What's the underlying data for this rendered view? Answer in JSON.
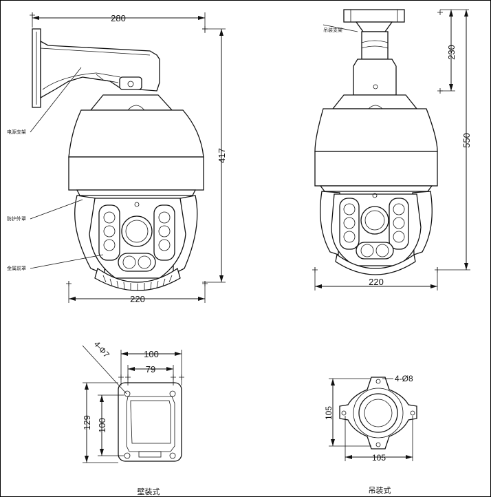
{
  "side_view": {
    "width_top": "280",
    "height": "417",
    "width_bottom": "220",
    "labels": {
      "bracket": "电源支架",
      "cover": "防护外罩",
      "metal": "金属前罩"
    }
  },
  "front_view": {
    "label": "吊装支架",
    "mount_height": "230",
    "total_height": "550",
    "width": "220"
  },
  "wall_mount": {
    "hole_label": "4-Φ7",
    "width_outer": "100",
    "width_inner": "79",
    "height_outer": "129",
    "height_inner": "100",
    "caption": "壁装式"
  },
  "ceiling_mount": {
    "hole_label": "4-Ø8",
    "height": "105",
    "width": "105",
    "caption": "吊装式"
  }
}
